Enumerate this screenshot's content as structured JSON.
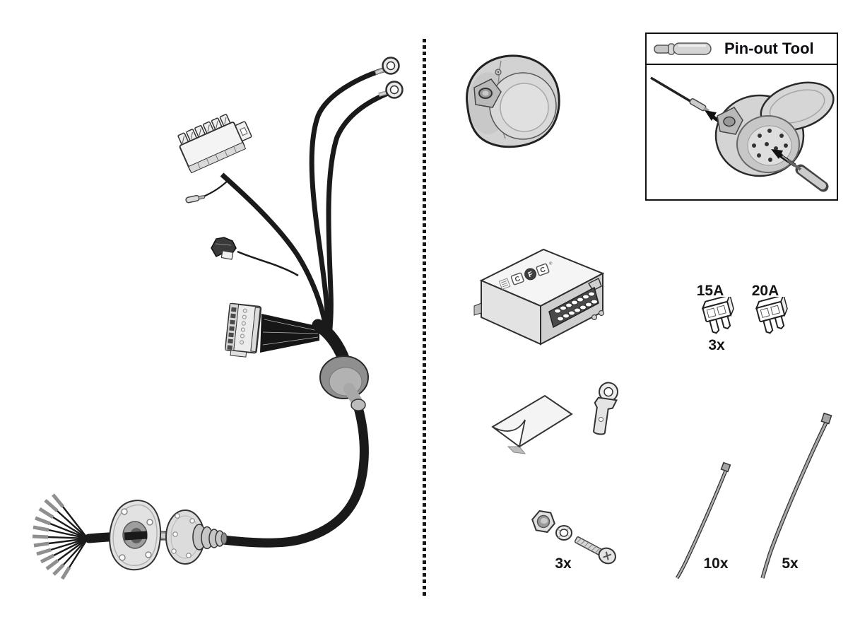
{
  "pinout_box": {
    "title": "Pin-out Tool"
  },
  "fuses": {
    "small": {
      "rating": "15A",
      "quantity": "3x"
    },
    "large": {
      "rating": "20A"
    }
  },
  "fasteners": {
    "quantity": "3x"
  },
  "cable_ties": {
    "short": {
      "quantity": "10x"
    },
    "long": {
      "quantity": "5x"
    }
  },
  "module": {
    "logo_letters": [
      "C",
      "F",
      "C"
    ],
    "registered_mark": "®"
  },
  "parts": [
    "wiring-harness",
    "towbar-socket-13pin",
    "pin-out-tool",
    "control-module",
    "blade-fuses",
    "adhesive-pad",
    "spade-terminal",
    "nut-washer-screw-set",
    "cable-ties"
  ]
}
